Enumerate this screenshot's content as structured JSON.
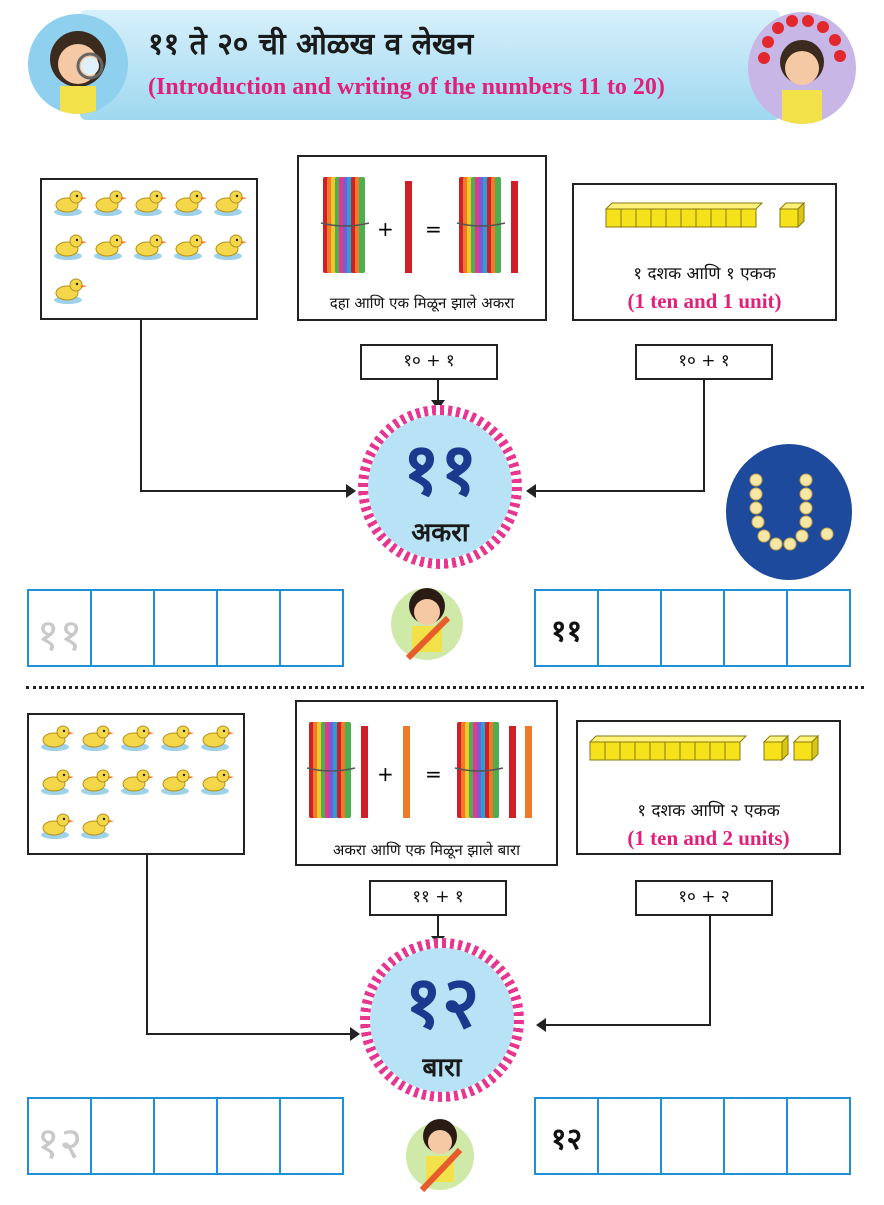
{
  "header": {
    "title": "११ ते २० ची ओळख व लेखन",
    "subtitle": "(Introduction and writing of the numbers 11 to 20)"
  },
  "sections": [
    {
      "ducks": 11,
      "sticks_caption": "दहा आणि एक मिळून झाले अकरा",
      "plus": "+",
      "equals": "=",
      "blocks_text": "१ दशक आणि १ एकक",
      "blocks_english": "(1 ten and 1 unit)",
      "eq_left": "१० + १",
      "eq_right": "१० + १",
      "number": "११",
      "word": "अकरा",
      "trace_num": "११",
      "write_num": "११"
    },
    {
      "ducks": 12,
      "sticks_caption": "अकरा आणि एक मिळून झाले बारा",
      "plus": "+",
      "equals": "=",
      "blocks_text": "१ दशक आणि २ एकक",
      "blocks_english": "(1 ten and 2 units)",
      "eq_left": "११ + १",
      "eq_right": "१० + २",
      "number": "१२",
      "word": "बारा",
      "trace_num": "१२",
      "write_num": "१२"
    }
  ],
  "bead_badge_letter": "U.",
  "colors": {
    "accent_pink": "#e0207a",
    "number_blue": "#1b3a8f",
    "cell_border": "#1e8fd9",
    "badge_blue": "#1d4a9c"
  }
}
